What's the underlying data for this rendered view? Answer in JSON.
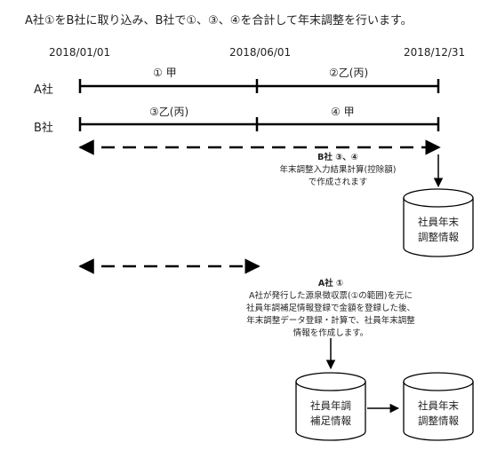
{
  "title": "A社①をB社に取り込み、B社で①、③、④を合計して年末調整を行います。",
  "dates": {
    "start": "2018/01/01",
    "mid": "2018/06/01",
    "end": "2018/12/31"
  },
  "rows": [
    {
      "label": "A社",
      "segments": [
        "① 甲",
        "②乙(丙)"
      ]
    },
    {
      "label": "B社",
      "segments": [
        "③乙(丙)",
        "④ 甲"
      ]
    }
  ],
  "note_b": {
    "heading": "B社 ③、④",
    "lines": [
      "年末調整入力結果計算(控除額)",
      "で作成されます"
    ]
  },
  "note_a": {
    "heading": "A社 ①",
    "lines": [
      "A社が発行した源泉徴収票(①の範囲)を元に",
      "社員年調補足情報登録で金額を登録した後、",
      "年末調整データ登録・計算で、社員年末調整",
      "情報を作成します。"
    ]
  },
  "cylinders": {
    "top": [
      "社員年末",
      "調整情報"
    ],
    "bottom_left": [
      "社員年調",
      "補足情報"
    ],
    "bottom_right": [
      "社員年末",
      "調整情報"
    ]
  }
}
